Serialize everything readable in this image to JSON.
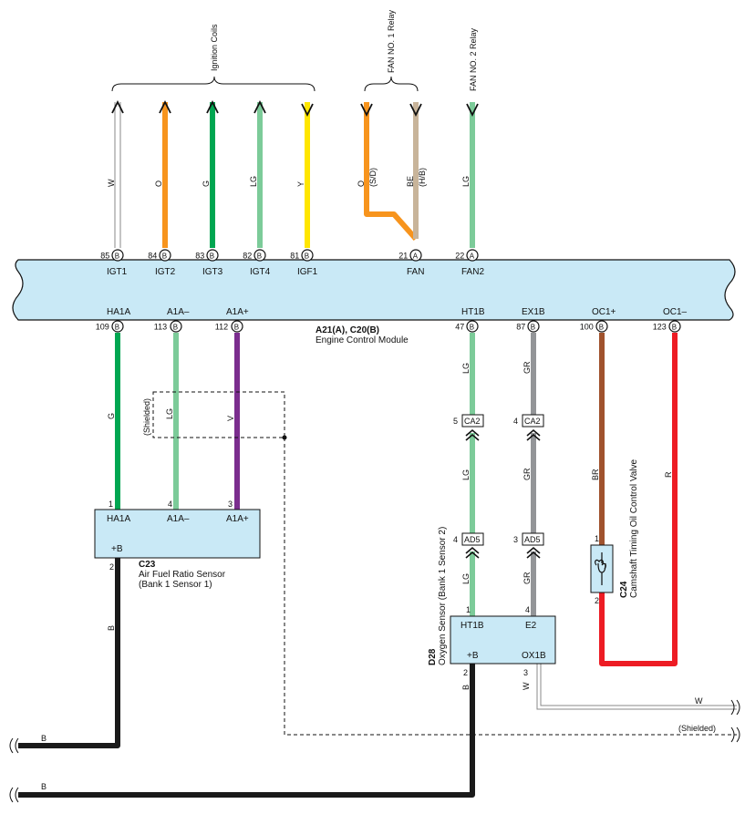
{
  "ecm": {
    "name": "A21(A), C20(B)",
    "description": "Engine Control Module",
    "fill_color": "#c9e9f6"
  },
  "groups": {
    "ignition_coils": "Ignition Coils",
    "fan_no1_relay": "FAN NO. 1 Relay",
    "fan_no2_relay": "FAN NO. 2 Relay"
  },
  "top_pins": [
    {
      "id": "igt1",
      "pin": "85",
      "conn": "B",
      "signal": "IGT1",
      "wire": "W",
      "color": "#ffffff",
      "arrow": "up"
    },
    {
      "id": "igt2",
      "pin": "84",
      "conn": "B",
      "signal": "IGT2",
      "wire": "O",
      "color": "#f7941d",
      "arrow": "up"
    },
    {
      "id": "igt3",
      "pin": "83",
      "conn": "B",
      "signal": "IGT3",
      "wire": "G",
      "color": "#00a651",
      "arrow": "up"
    },
    {
      "id": "igt4",
      "pin": "82",
      "conn": "B",
      "signal": "IGT4",
      "wire": "LG",
      "color": "#7ccb99",
      "arrow": "up"
    },
    {
      "id": "igf1",
      "pin": "81",
      "conn": "B",
      "signal": "IGF1",
      "wire": "Y",
      "color": "#ffe600",
      "arrow": "down"
    },
    {
      "id": "fan",
      "pin": "21",
      "conn": "A",
      "signal": "FAN",
      "wire": "",
      "color": "#c8b49a"
    },
    {
      "id": "fan2",
      "pin": "22",
      "conn": "A",
      "signal": "FAN2",
      "wire": "LG",
      "color": "#7ccb99",
      "arrow": "down"
    }
  ],
  "fan_wires": [
    {
      "id": "sd",
      "wire": "O",
      "note": "(S/D)",
      "color": "#f7941d"
    },
    {
      "id": "hb",
      "wire": "BE",
      "note": "(H/B)",
      "color": "#c8b49a"
    }
  ],
  "bottom_pins": [
    {
      "id": "ha1a",
      "pin": "109",
      "conn": "B",
      "signal": "HA1A",
      "wire": "G",
      "color": "#00a651"
    },
    {
      "id": "a1a_minus",
      "pin": "113",
      "conn": "B",
      "signal": "A1A–",
      "wire": "LG",
      "color": "#7ccb99"
    },
    {
      "id": "a1a_plus",
      "pin": "112",
      "conn": "B",
      "signal": "A1A+",
      "wire": "V",
      "color": "#7b2d8e"
    },
    {
      "id": "ht1b",
      "pin": "47",
      "conn": "B",
      "signal": "HT1B",
      "wire": "LG",
      "color": "#7ccb99"
    },
    {
      "id": "ex1b",
      "pin": "87",
      "conn": "B",
      "signal": "EX1B",
      "wire": "GR",
      "color": "#939598"
    },
    {
      "id": "oc1_plus",
      "pin": "100",
      "conn": "B",
      "signal": "OC1+",
      "wire": "BR",
      "color": "#a0522d"
    },
    {
      "id": "oc1_minus",
      "pin": "123",
      "conn": "B",
      "signal": "OC1–",
      "wire": "R",
      "color": "#ed1c24"
    }
  ],
  "shielded": "(Shielded)",
  "c23": {
    "code": "C23",
    "name": "Air Fuel Ratio Sensor",
    "sub": "(Bank 1 Sensor 1)",
    "pins": [
      {
        "n": "1",
        "label": "HA1A"
      },
      {
        "n": "4",
        "label": "A1A–"
      },
      {
        "n": "3",
        "label": "A1A+"
      }
    ],
    "plus_b_pin": "2",
    "plus_b": "+B",
    "out_wire": "B"
  },
  "connectors": {
    "ca2": {
      "code": "CA2",
      "pin_a": "5",
      "pin_b": "4"
    },
    "ad5": {
      "code": "AD5",
      "pin_a": "4",
      "pin_b": "3"
    }
  },
  "mid_wires": {
    "lg": "LG",
    "gr": "GR"
  },
  "d28": {
    "code": "D28",
    "name": "Oxygen Sensor (Bank 1 Sensor 2)",
    "top_pins": [
      {
        "n": "1",
        "label": "HT1B"
      },
      {
        "n": "4",
        "label": "E2"
      }
    ],
    "bottom_pins": [
      {
        "n": "2",
        "label": "+B"
      },
      {
        "n": "3",
        "label": "OX1B"
      }
    ],
    "out_b": "B",
    "out_w": "W"
  },
  "c24": {
    "code": "C24",
    "name": "Camshaft Timing Oil Control Valve",
    "pin_top": "1",
    "pin_bottom": "2"
  },
  "right_labels": {
    "w": "W",
    "shielded": "(Shielded)"
  },
  "bottom_ground": {
    "b1": "B",
    "b2": "B"
  }
}
